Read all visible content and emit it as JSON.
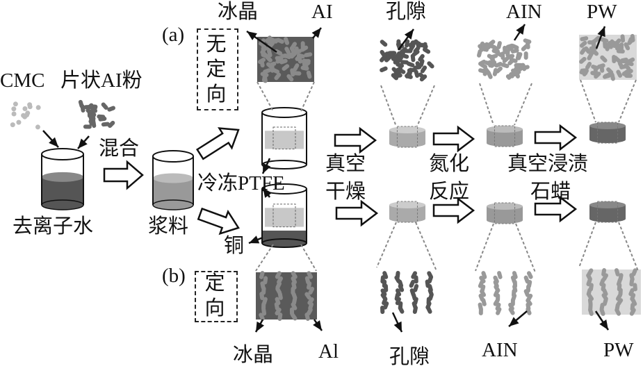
{
  "labels": {
    "panel_a": "(a)",
    "panel_b": "(b)",
    "non_oriented": "无定向",
    "oriented": "定向",
    "ice_crystal_top": "冰晶",
    "al_top": "AI",
    "ice_crystal_bottom": "冰晶",
    "al_bottom": "Al",
    "cmc": "CMC",
    "flake_al_powder": "片状AI粉",
    "mix": "混合",
    "deionized_water": "去离子水",
    "slurry": "浆料",
    "freeze_ptfe": "冷冻PTFE",
    "copper": "铜",
    "vacuum_drying_1": "真空",
    "vacuum_drying_2": "干燥",
    "nitridation_1": "氮化",
    "nitridation_2": "反应",
    "vacuum_impregnation_1": "真空浸渍",
    "vacuum_impregnation_2": "石蜡",
    "pore_top": "孔隙",
    "pore_bottom": "孔隙",
    "aln_top": "AIN",
    "aln_bottom": "AIN",
    "pw_top": "PW",
    "pw_bottom": "PW"
  },
  "colors": {
    "ink": "#111111",
    "dark_gray": "#555555",
    "mid_gray": "#9a9a9a",
    "light_gray": "#c8c8c8",
    "pw_fill": "#d9d9d9"
  }
}
